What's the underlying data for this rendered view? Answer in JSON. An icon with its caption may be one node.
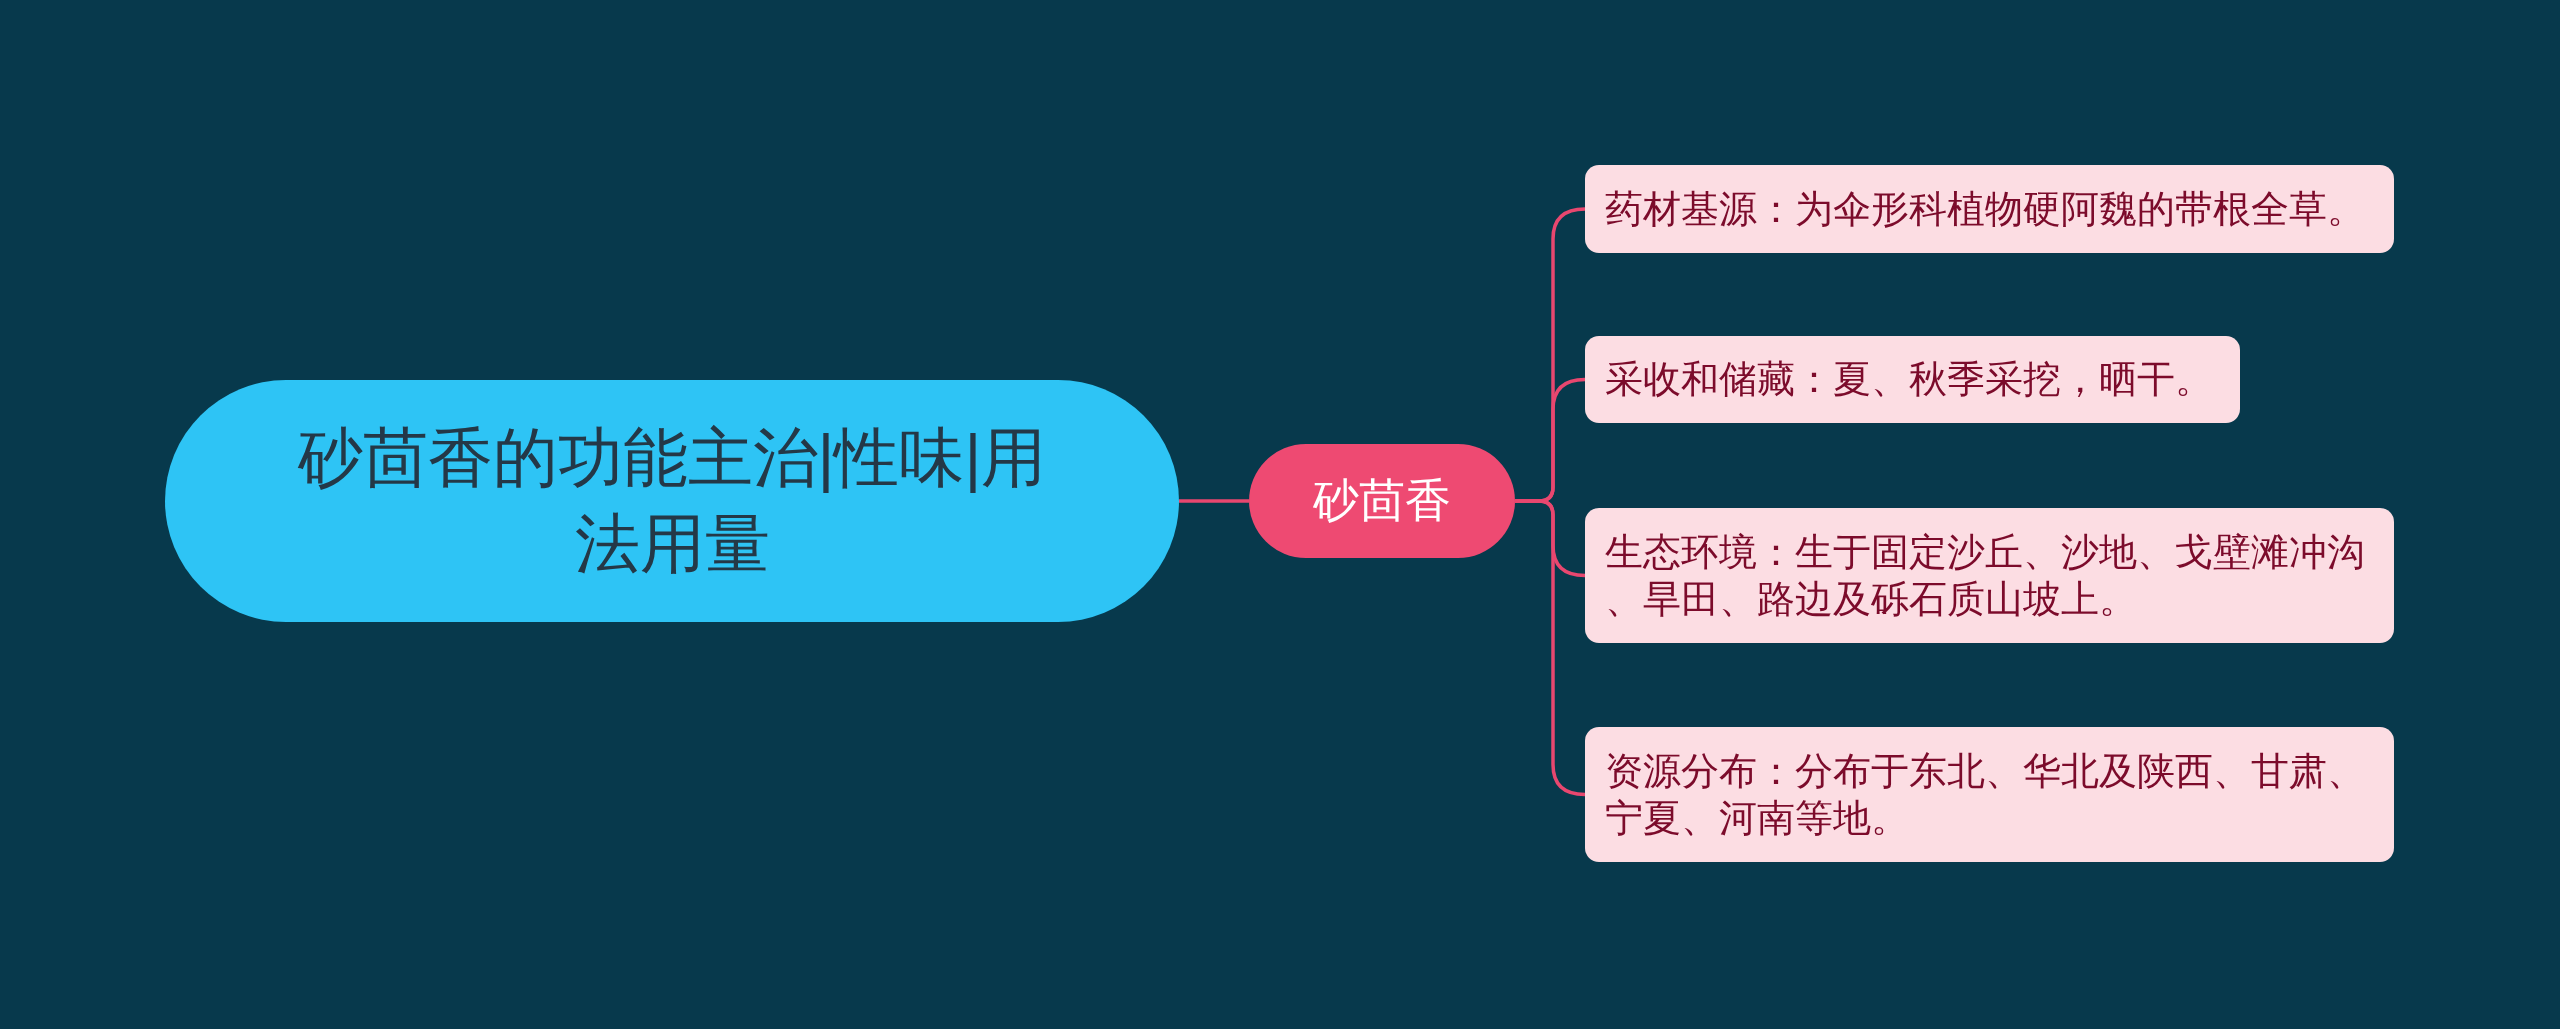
{
  "diagram": {
    "nodes": [
      {
        "text": [
          "砂茴香的功能主治|性味|用法用量"
        ]
      },
      {
        "text": [
          "砂茴香"
        ]
      },
      {
        "text": [
          "药材基源：为伞形科植物硬阿魏的带根全草。"
        ]
      },
      {
        "text": [
          "采收和储藏：夏、秋季采挖，晒干。"
        ]
      },
      {
        "text": [
          "生态环境：生于固定沙丘、沙地、戈壁滩冲沟、旱田、路边及砾石质山坡上。"
        ]
      },
      {
        "text": [
          "资源分布：分布于东北、华北及陕西、甘肃、宁夏、河南等地。"
        ]
      }
    ],
    "edges": [
      {
        "from": 0,
        "to": 1,
        "arrow": "none"
      },
      {
        "from": 1,
        "to": 2,
        "arrow": "none"
      },
      {
        "from": 1,
        "to": 3,
        "arrow": "none"
      },
      {
        "from": 1,
        "to": 4,
        "arrow": "none"
      },
      {
        "from": 1,
        "to": 5,
        "arrow": "none"
      }
    ]
  }
}
